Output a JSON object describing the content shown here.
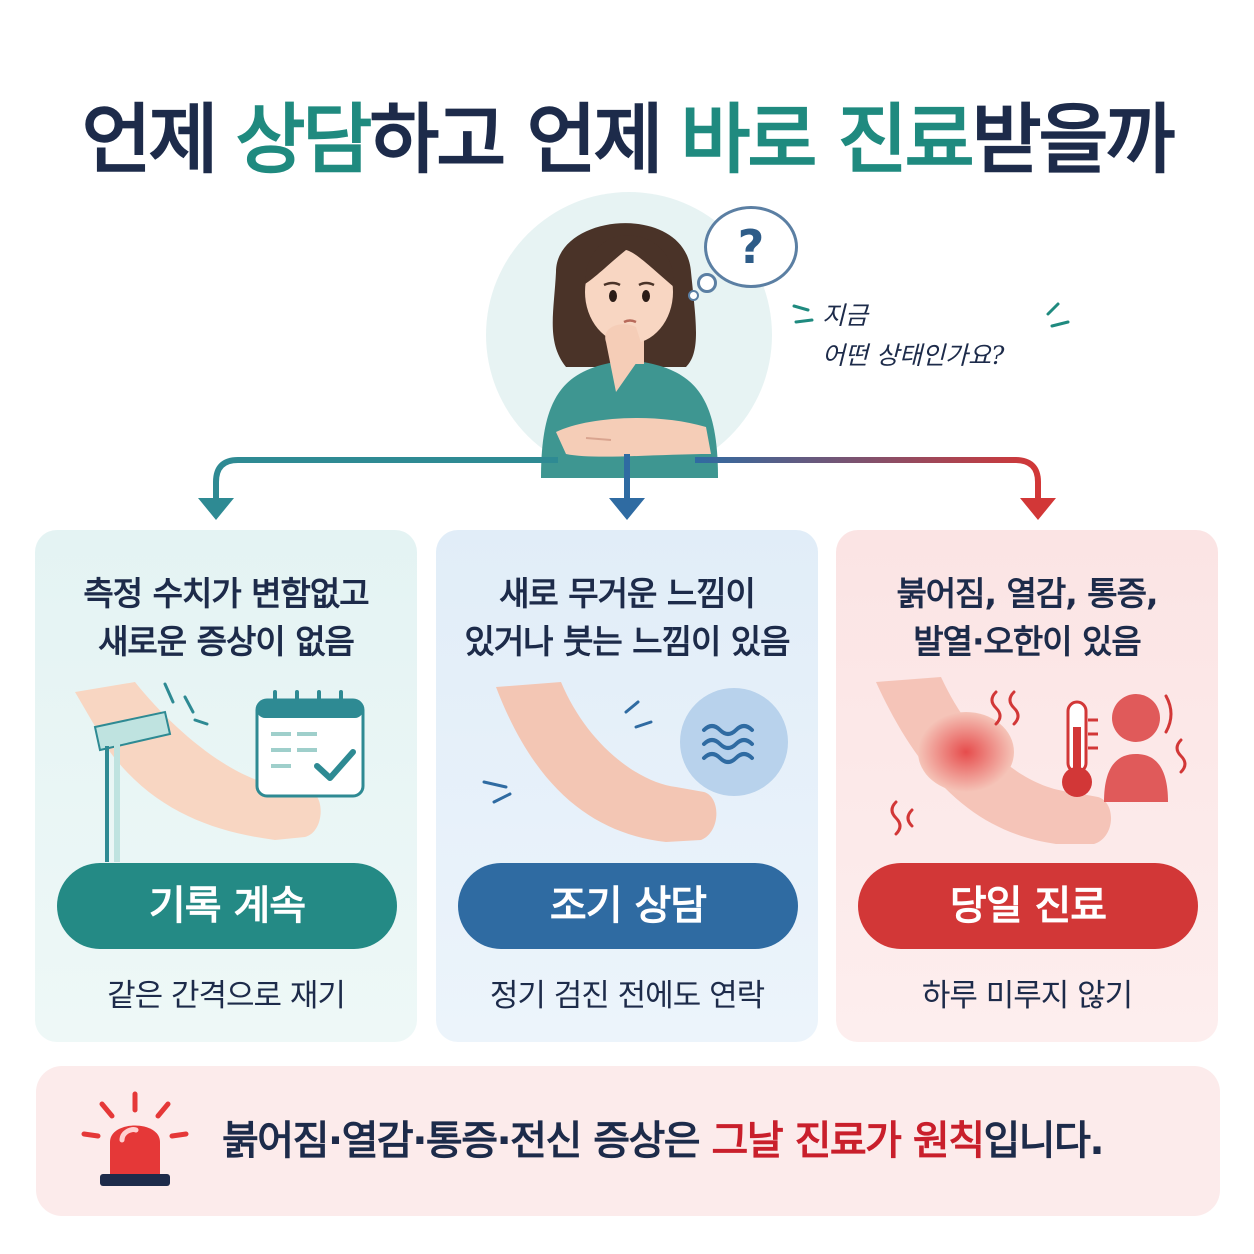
{
  "title": {
    "part1": "언제",
    "part2": "상담",
    "part3": "하고 언제",
    "part4": "바로 진료",
    "part5": "받을까"
  },
  "thought": {
    "line1": "지금",
    "line2": "어떤 상태인가요?"
  },
  "bubble_symbol": "?",
  "cards": [
    {
      "desc_line1": "측정 수치가 변함없고",
      "desc_line2": "새로운 증상이 없음",
      "action": "기록 계속",
      "note": "같은 간격으로 재기",
      "icon": "calendar-check-icon",
      "color": "#248a85"
    },
    {
      "desc_line1": "새로 무거운 느낌이",
      "desc_line2": "있거나 붓는 느낌이 있음",
      "action": "조기 상담",
      "note": "정기 검진 전에도 연락",
      "icon": "swelling-wave-icon",
      "color": "#2f6ba2"
    },
    {
      "desc_line1": "붉어짐, 열감, 통증,",
      "desc_line2": "발열·오한이 있음",
      "action": "당일 진료",
      "note": "하루 미루지 않기",
      "icon": "thermometer-icon",
      "color": "#d23737"
    }
  ],
  "banner": {
    "text_before": "붉어짐·열감·통증·전신 증상은 ",
    "text_highlight": "그날 진료가 원칙",
    "text_after": "입니다.",
    "icon": "siren-icon",
    "highlight_color": "#c91f2b"
  }
}
